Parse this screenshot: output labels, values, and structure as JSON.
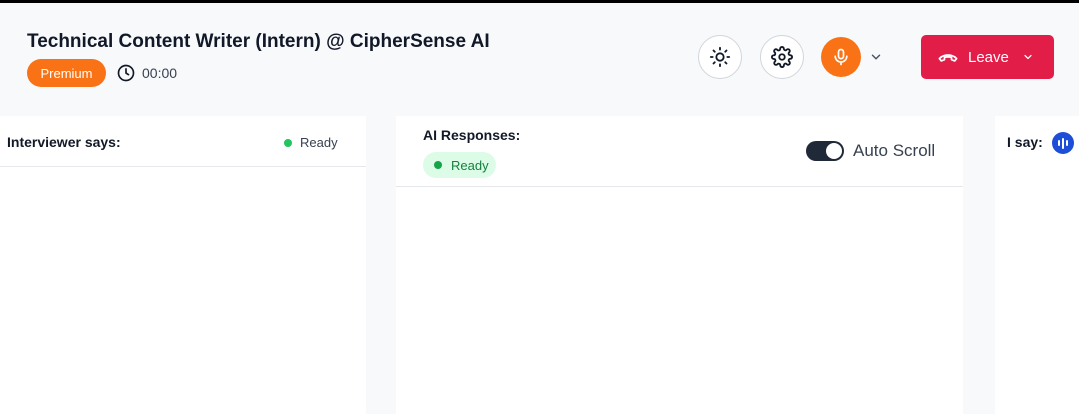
{
  "header": {
    "title": "Technical Content Writer (Intern) @ CipherSense AI",
    "badge": "Premium",
    "timer": "00:00"
  },
  "controls": {
    "theme_icon": "sun-icon",
    "settings_icon": "gear-icon",
    "mic_icon": "microphone-icon",
    "leave_label": "Leave"
  },
  "panels": {
    "interviewer": {
      "title": "Interviewer says:",
      "status": "Ready"
    },
    "ai": {
      "title": "AI Responses:",
      "status": "Ready",
      "auto_scroll_label": "Auto Scroll",
      "auto_scroll_on": true
    },
    "self": {
      "title": "I say:"
    }
  },
  "colors": {
    "accent_orange": "#f97316",
    "leave_red": "#e11d48",
    "ready_green": "#22c55e",
    "voice_blue": "#1d4ed8"
  }
}
